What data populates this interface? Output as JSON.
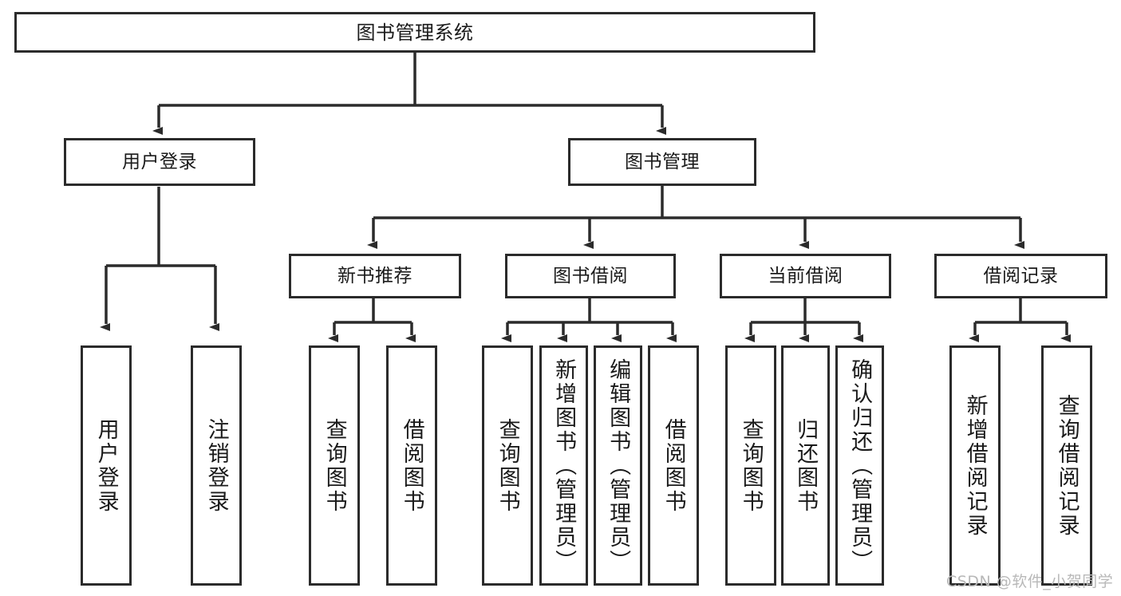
{
  "diagram": {
    "type": "tree",
    "title": "图书管理系统",
    "orientation": "top-down",
    "edge_color": "#2b2b2b",
    "node_border_color": "#2b2b2b",
    "node_fill_color": "#ffffff",
    "text_color": "#1a1a1a"
  },
  "nodes": {
    "root": {
      "label": "图书管理系统",
      "level": 0
    },
    "l1": [
      {
        "id": "user_login",
        "label": "用户登录",
        "level": 1
      },
      {
        "id": "book_manage",
        "label": "图书管理",
        "level": 1
      }
    ],
    "l2": [
      {
        "id": "new_book_rec",
        "label": "新书推荐",
        "level": 2,
        "parent": "book_manage"
      },
      {
        "id": "book_borrow",
        "label": "图书借阅",
        "level": 2,
        "parent": "book_manage"
      },
      {
        "id": "current_borrow",
        "label": "当前借阅",
        "level": 2,
        "parent": "book_manage"
      },
      {
        "id": "borrow_record",
        "label": "借阅记录",
        "level": 2,
        "parent": "book_manage"
      }
    ],
    "leaves": [
      {
        "id": "leaf_user_login",
        "label": "用户登录",
        "parent": "user_login"
      },
      {
        "id": "leaf_user_logout",
        "label": "注销登录",
        "parent": "user_login"
      },
      {
        "id": "leaf_query_book_1",
        "label": "查询图书",
        "parent": "new_book_rec"
      },
      {
        "id": "leaf_borrow_book_1",
        "label": "借阅图书",
        "parent": "new_book_rec"
      },
      {
        "id": "leaf_query_book_2",
        "label": "查询图书",
        "parent": "book_borrow"
      },
      {
        "id": "leaf_add_book",
        "label": "新增图书（管理员）",
        "parent": "book_borrow"
      },
      {
        "id": "leaf_edit_book",
        "label": "编辑图书（管理员）",
        "parent": "book_borrow"
      },
      {
        "id": "leaf_borrow_book_2",
        "label": "借阅图书",
        "parent": "book_borrow"
      },
      {
        "id": "leaf_query_book_3",
        "label": "查询图书",
        "parent": "current_borrow"
      },
      {
        "id": "leaf_return_book",
        "label": "归还图书",
        "parent": "current_borrow"
      },
      {
        "id": "leaf_confirm_return",
        "label": "确认归还（管理员）",
        "parent": "current_borrow"
      },
      {
        "id": "leaf_add_record",
        "label": "新增借阅记录",
        "parent": "borrow_record"
      },
      {
        "id": "leaf_query_record",
        "label": "查询借阅记录",
        "parent": "borrow_record"
      }
    ]
  },
  "watermark": {
    "text": "CSDN @软件_小贺同学"
  }
}
